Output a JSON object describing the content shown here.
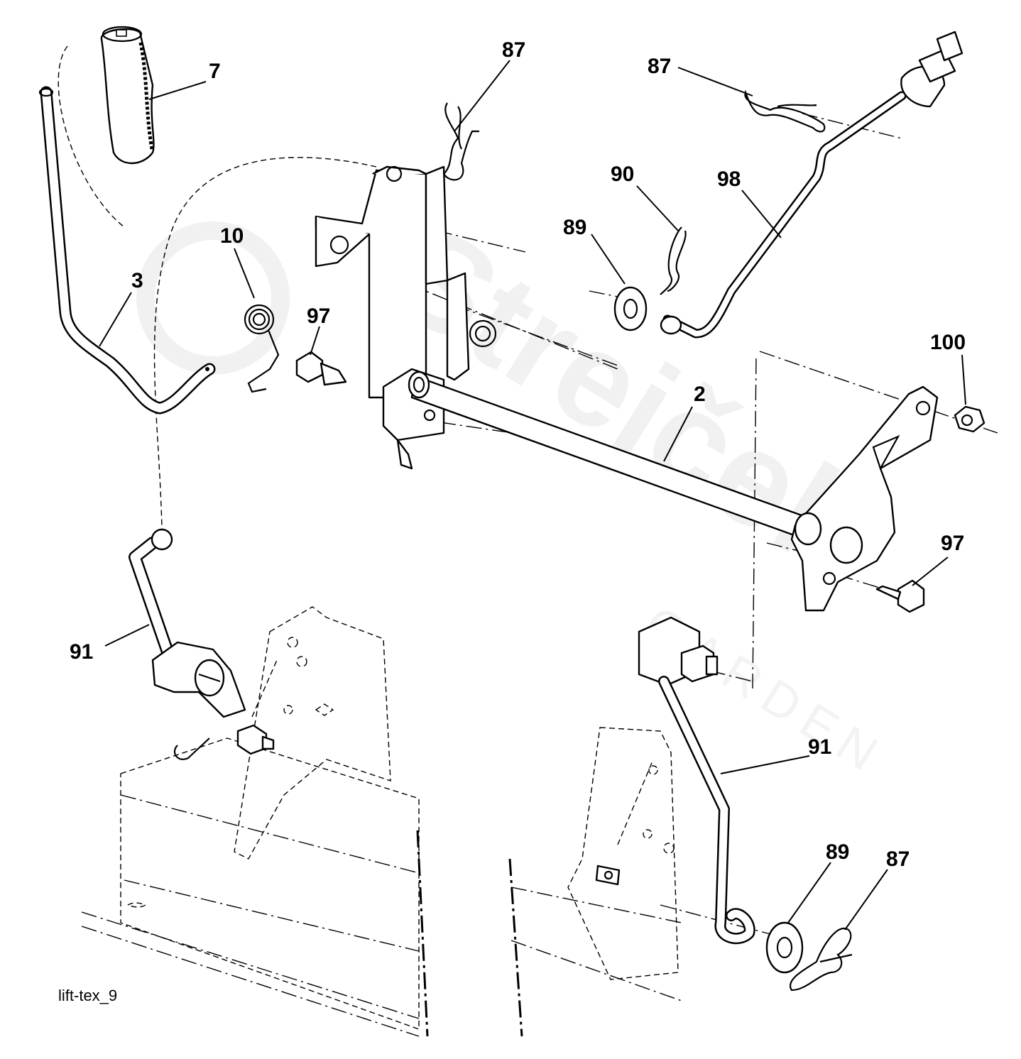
{
  "watermark": {
    "brand": "Strejček",
    "sub": "GARDEN"
  },
  "caption": "lift-tex_9",
  "callouts": {
    "c7": "7",
    "c3": "3",
    "c10": "10",
    "c97a": "97",
    "c87a": "87",
    "c87b": "87",
    "c90": "90",
    "c89a": "89",
    "c98": "98",
    "c2": "2",
    "c100": "100",
    "c97b": "97",
    "c91a": "91",
    "c91b": "91",
    "c89b": "89",
    "c87c": "87"
  }
}
